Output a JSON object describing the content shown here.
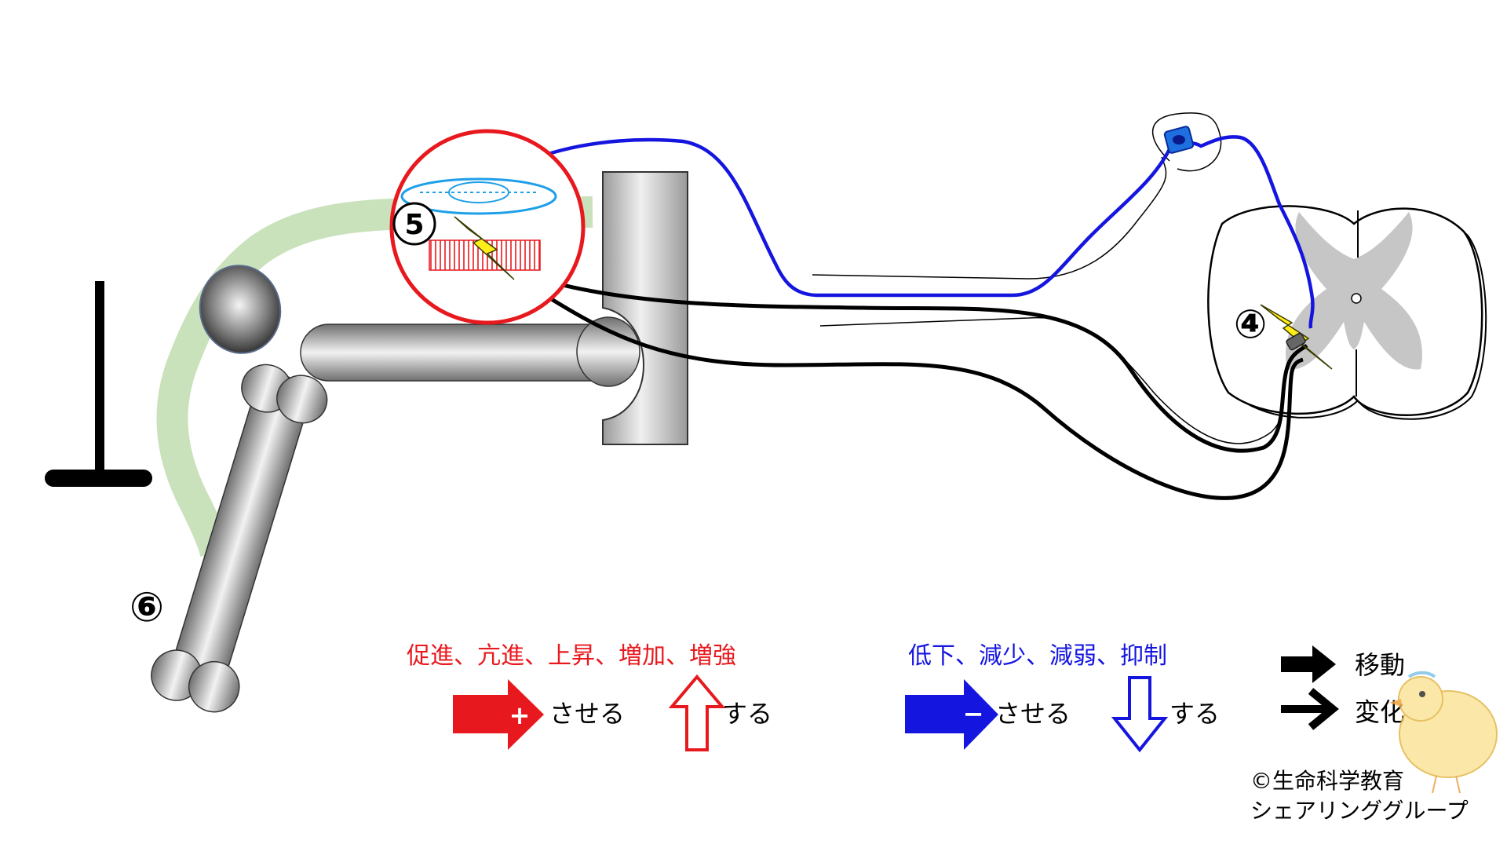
{
  "labels": {
    "num4": "④",
    "num5": "5",
    "num6": "⑥"
  },
  "legend": {
    "increase_terms": "促進、亢進、上昇、増加、増強",
    "decrease_terms": "低下、減少、減弱、抑制",
    "plus_sign": "+",
    "minus_sign": "−",
    "saseru_1": "させる",
    "suru_1": "する",
    "saseru_2": "させる",
    "suru_2": "する",
    "move": "移動",
    "change": "変化"
  },
  "copyright": {
    "line1": "©生命科学教育",
    "line2": "シェアリンググループ"
  },
  "colors": {
    "increase": "#e8191e",
    "decrease": "#1515e0",
    "black": "#000000",
    "green_path": "#c9e2bb",
    "bone_gray": "#9d9d9d",
    "lightning": "#ffee1a"
  }
}
